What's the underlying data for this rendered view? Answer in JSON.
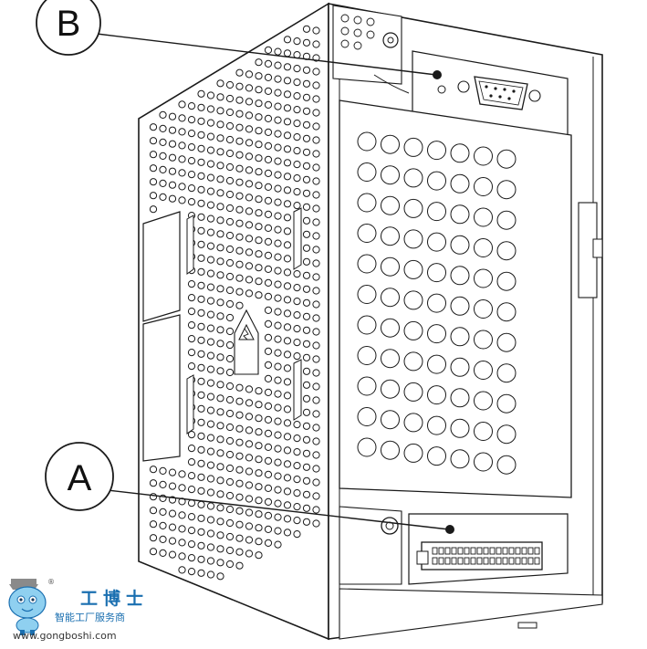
{
  "callouts": {
    "b_label": "B",
    "a_label": "A"
  },
  "watermark": {
    "title": "工博士",
    "subtitle": "智能工厂服务商",
    "url": "www.gongboshi.com",
    "registered": "®"
  },
  "colors": {
    "line": "#1a1a1a",
    "background": "#ffffff",
    "watermark_blue": "#1a6fb0",
    "mascot_light": "#8fd0f0"
  },
  "icons": {
    "esd_warning": "esd-warning-icon",
    "mascot": "robot-mascot-icon"
  }
}
